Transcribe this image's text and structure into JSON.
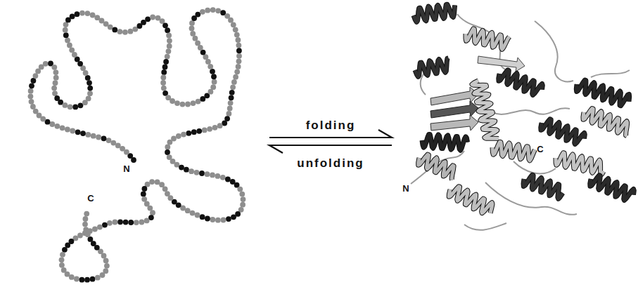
{
  "diagram": {
    "labels": [
      "N",
      "C",
      "folding",
      "unfolding",
      "N",
      "C"
    ]
  }
}
